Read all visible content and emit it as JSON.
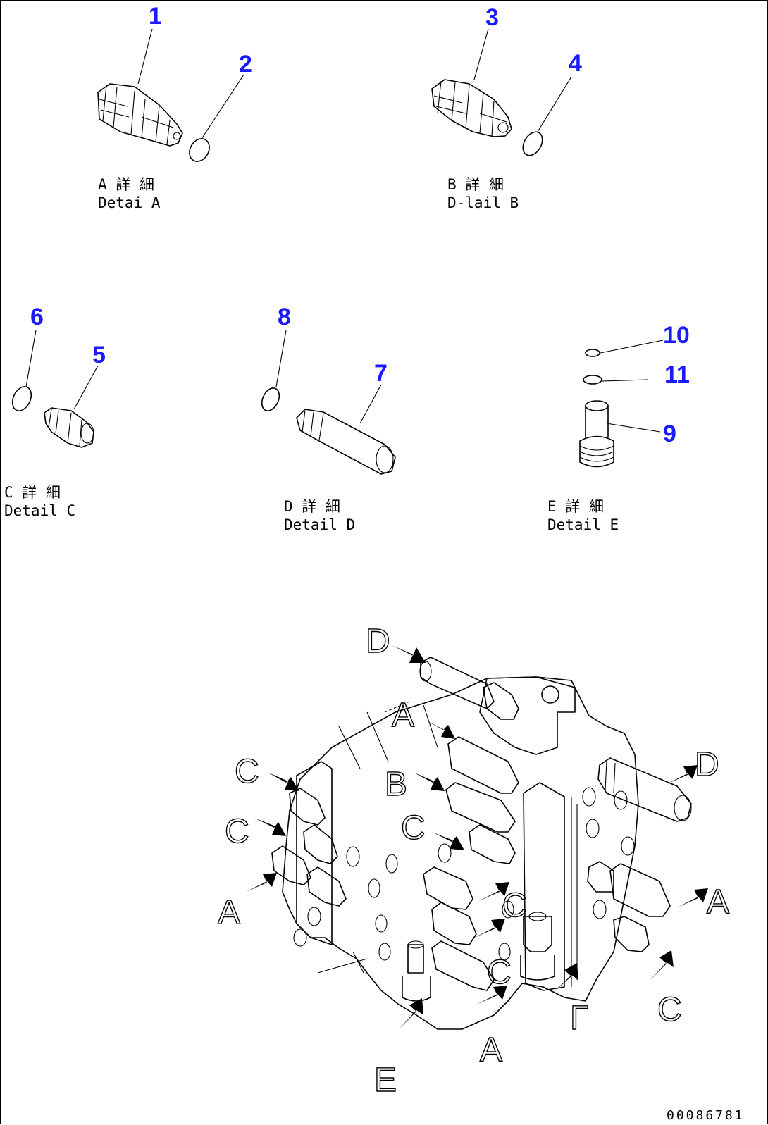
{
  "colors": {
    "callout": "#1a1aff",
    "line": "#000000",
    "background": "#ffffff"
  },
  "callouts": [
    {
      "id": "1",
      "label": "1"
    },
    {
      "id": "2",
      "label": "2"
    },
    {
      "id": "3",
      "label": "3"
    },
    {
      "id": "4",
      "label": "4"
    },
    {
      "id": "5",
      "label": "5"
    },
    {
      "id": "6",
      "label": "6"
    },
    {
      "id": "7",
      "label": "7"
    },
    {
      "id": "8",
      "label": "8"
    },
    {
      "id": "9",
      "label": "9"
    },
    {
      "id": "10",
      "label": "10"
    },
    {
      "id": "11",
      "label": "11"
    }
  ],
  "details": {
    "a": {
      "jp": "A 詳 細",
      "en": "Detai A"
    },
    "b": {
      "jp": "B 詳 細",
      "en": "D-lail B"
    },
    "c": {
      "jp": "C 詳 細",
      "en": "Detail C"
    },
    "d": {
      "jp": "D 詳 細",
      "en": "Detail D"
    },
    "e": {
      "jp": "E 詳 細",
      "en": "Detail E"
    }
  },
  "assembly_letters": {
    "d_top": "D",
    "a_top": "A",
    "b_mid": "B",
    "c_left1": "C",
    "c_left2": "C",
    "a_left": "A",
    "c_mid": "C",
    "c_center": "C",
    "d_right": "D",
    "a_right": "A",
    "c_right": "C",
    "c_bottom": "C",
    "a_bottom": "A",
    "e_bottom": "E",
    "e_right": "Γ"
  },
  "drawing_number": "00086781"
}
